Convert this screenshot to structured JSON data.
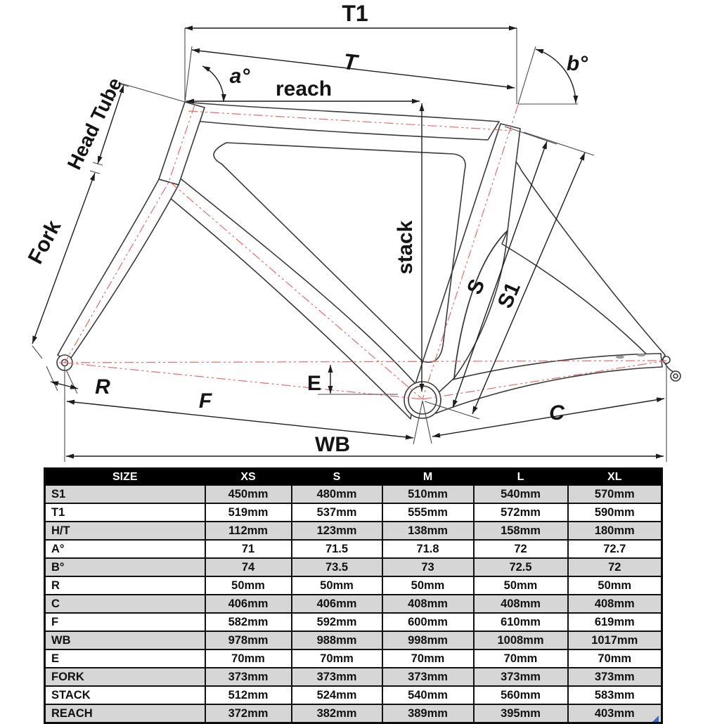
{
  "diagram": {
    "labels": {
      "t1": "T1",
      "t": "T",
      "angle_a": "a°",
      "angle_b": "b°",
      "reach": "reach",
      "head_tube": "Head Tube",
      "fork": "Fork",
      "stack": "stack",
      "s": "S",
      "s1": "S1",
      "r": "R",
      "e": "E",
      "f": "F",
      "c": "C",
      "wb": "WB"
    },
    "colors": {
      "centerline_red": "#e96a6a",
      "frame_outline": "#3a3a3a",
      "dimension_black": "#222222"
    }
  },
  "table": {
    "header": [
      "SIZE",
      "XS",
      "S",
      "M",
      "L",
      "XL"
    ],
    "rows": [
      {
        "label": "S1",
        "values": [
          "450mm",
          "480mm",
          "510mm",
          "540mm",
          "570mm"
        ]
      },
      {
        "label": "T1",
        "values": [
          "519mm",
          "537mm",
          "555mm",
          "572mm",
          "590mm"
        ]
      },
      {
        "label": "H/T",
        "values": [
          "112mm",
          "123mm",
          "138mm",
          "158mm",
          "180mm"
        ]
      },
      {
        "label": "A°",
        "values": [
          "71",
          "71.5",
          "71.8",
          "72",
          "72.7"
        ]
      },
      {
        "label": "B°",
        "values": [
          "74",
          "73.5",
          "73",
          "72.5",
          "72"
        ]
      },
      {
        "label": "R",
        "values": [
          "50mm",
          "50mm",
          "50mm",
          "50mm",
          "50mm"
        ]
      },
      {
        "label": "C",
        "values": [
          "406mm",
          "406mm",
          "408mm",
          "408mm",
          "408mm"
        ]
      },
      {
        "label": "F",
        "values": [
          "582mm",
          "592mm",
          "600mm",
          "610mm",
          "619mm"
        ]
      },
      {
        "label": "WB",
        "values": [
          "978mm",
          "988mm",
          "998mm",
          "1008mm",
          "1017mm"
        ]
      },
      {
        "label": "E",
        "values": [
          "70mm",
          "70mm",
          "70mm",
          "70mm",
          "70mm"
        ]
      },
      {
        "label": "FORK",
        "values": [
          "373mm",
          "373mm",
          "373mm",
          "373mm",
          "373mm"
        ]
      },
      {
        "label": "STACK",
        "values": [
          "512mm",
          "524mm",
          "540mm",
          "560mm",
          "583mm"
        ]
      },
      {
        "label": "REACH",
        "values": [
          "372mm",
          "382mm",
          "389mm",
          "395mm",
          "403mm"
        ]
      }
    ],
    "colors": {
      "header_bg": "#000000",
      "header_text": "#ffffff",
      "row_shade": "#d6d6d6",
      "row_plain": "#ffffff",
      "border": "#111111",
      "corner_marker": "#3b6cc7"
    }
  }
}
